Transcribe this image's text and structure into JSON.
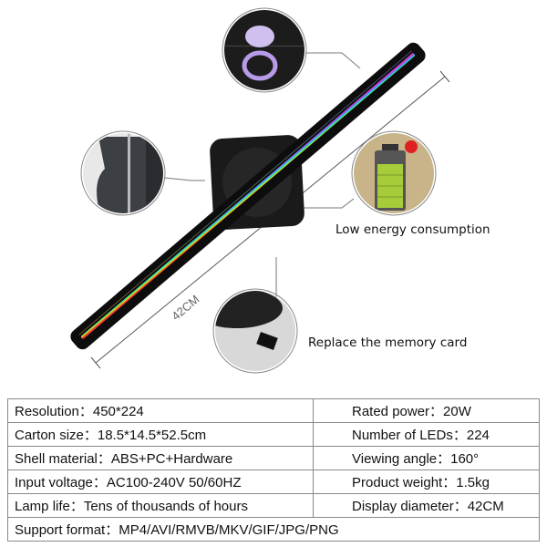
{
  "callouts": {
    "battery_label": "Low energy consumption",
    "memory_label": "Replace the memory card",
    "dimension_label": "42CM"
  },
  "specs": {
    "rows": [
      {
        "left": "Resolution：450*224",
        "right": "Rated power：20W"
      },
      {
        "left": "Carton size：18.5*14.5*52.5cm",
        "right": "Number of LEDs：224"
      },
      {
        "left": "Shell material：ABS+PC+Hardware",
        "right": "Viewing angle：160°"
      },
      {
        "left": "Input voltage：AC100-240V 50/60HZ",
        "right": "Product weight：1.5kg"
      },
      {
        "left": "Lamp life：Tens of thousands of hours",
        "right": "Display diameter：42CM"
      }
    ],
    "footer": "Support format：MP4/AVI/RMVB/MKV/GIF/JPG/PNG"
  },
  "colors": {
    "device_body": "#111111",
    "table_border": "#888888",
    "battery_fill": "#a6cc3a",
    "ring_hologram": "#b89be8"
  }
}
